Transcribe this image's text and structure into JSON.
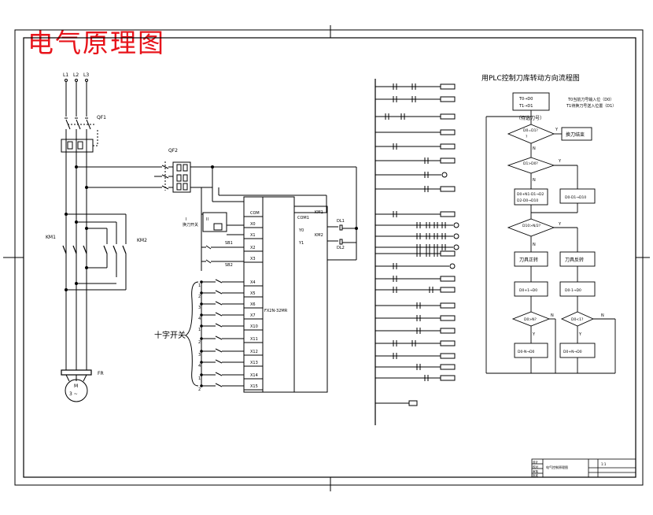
{
  "title": "电气原理图",
  "power": {
    "phases": [
      "L1",
      "L2",
      "L3"
    ],
    "qf1": "QF1",
    "qf2": "QF2",
    "km1": "KM1",
    "km2": "KM2",
    "fr": "FR",
    "motor": "M",
    "motor_sub": "3 ~"
  },
  "plc": {
    "model": "FX2N-32MR",
    "inputs": [
      "COM",
      "X0",
      "X1",
      "X2",
      "X3",
      "X4",
      "X5",
      "X6",
      "X7",
      "X10",
      "X11",
      "X12",
      "X13",
      "X14",
      "X15"
    ],
    "outputs": [
      "COM1",
      "Y0",
      "Y1"
    ],
    "select_switch": "换刀开关",
    "cross_switch": "十字开关",
    "sb1": "SB1",
    "sb2": "SB2"
  },
  "flowchart": {
    "title": "用PLC控制刀库转动方向流程图",
    "start": [
      "T0→D0",
      "T1→D1"
    ],
    "notes": [
      "T0当前刀号输入位（D0）",
      "T1待换刀号送入位置（D1）"
    ],
    "wait": "（待选刀号）",
    "d0_eq_d1": "D0=D1?",
    "end_box": "换刀结束",
    "d1_gt_d0": "D1>D0?",
    "calc_left": [
      "D0+N1-D1→D2",
      "D2-D0→D10"
    ],
    "calc_right": "D0-D1→D10",
    "cmp_half": "D10>N/2?",
    "forward": "刀具正转",
    "reverse": "刀具反转",
    "inc": "D0+1→D0",
    "dec": "D0-1→D0",
    "check_left": "D0>N?",
    "check_right": "D0<1?",
    "reset_left": "D0-N→D0",
    "reset_right": "D0+N→D0",
    "yes": "Y",
    "no": "N"
  },
  "titleblock": {
    "drawing_name": "电气控制原理图",
    "scale": "1:1",
    "labels": [
      "设计",
      "校对",
      "审核",
      "批准"
    ]
  }
}
